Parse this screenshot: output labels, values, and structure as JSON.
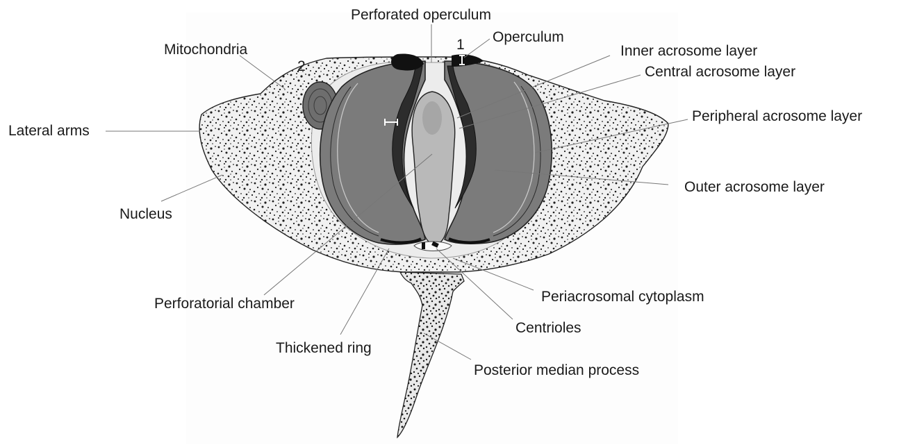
{
  "labels": {
    "perforated_operculum": "Perforated operculum",
    "operculum": "Operculum",
    "mitochondria": "Mitochondria",
    "inner_acrosome_layer": "Inner acrosome layer",
    "central_acrosome_layer": "Central acrosome layer",
    "lateral_arms": "Lateral arms",
    "peripheral_acrosome_layer": "Peripheral acrosome layer",
    "outer_acrosome_layer": "Outer acrosome layer",
    "nucleus": "Nucleus",
    "periacrosomal_cytoplasm": "Periacrosomal cytoplasm",
    "perforatorial_chamber": "Perforatorial chamber",
    "centrioles": "Centrioles",
    "thickened_ring": "Thickened ring",
    "posterior_median_process": "Posterior median process"
  },
  "markers": {
    "one": "1",
    "two": "2"
  },
  "colors": {
    "speckle_body": "#f1f1f1",
    "speckle_dots": "#1e1e1e",
    "acrosome_outer": "#7b7b7b",
    "acrosome_rim": "#c9c9c9",
    "inner_layer": "#2c2c2c",
    "perforatorium": "#b9b9b9",
    "leader_line": "#777777",
    "label_text": "#1a1a1a"
  }
}
